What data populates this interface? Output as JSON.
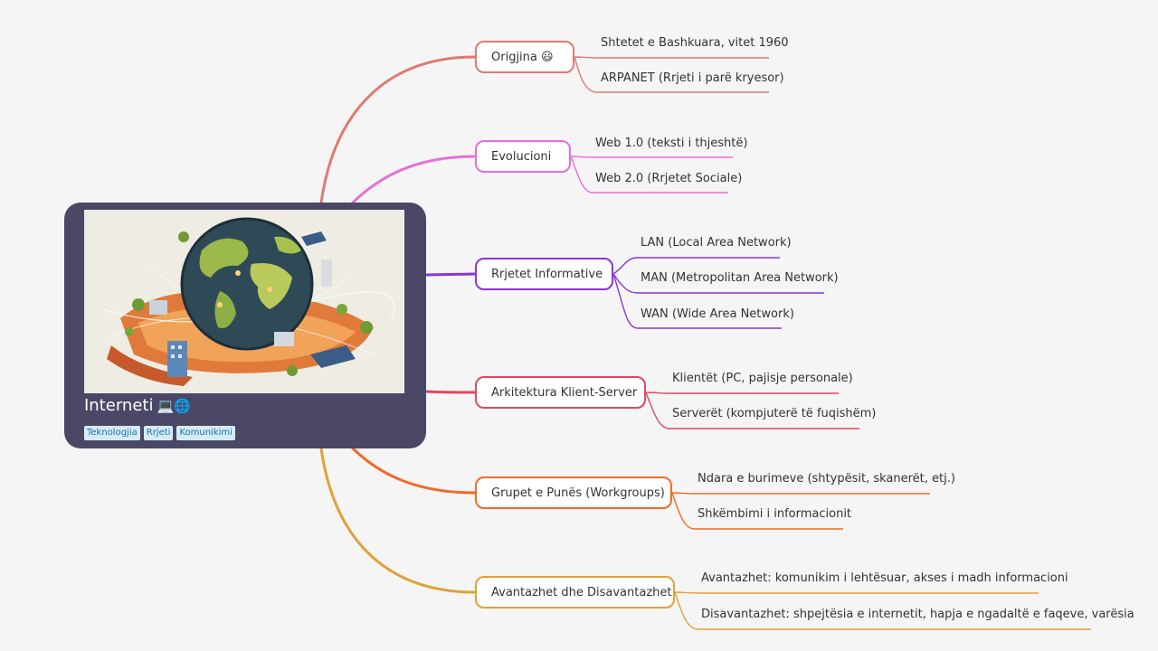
{
  "root": {
    "title": "Interneti",
    "title_emoji": "💻🌐",
    "tags": [
      "Teknologjia",
      "Rrjeti",
      "Komunikimi"
    ],
    "image": "earth-network-illustration"
  },
  "branches": [
    {
      "label": "Origjina 😃",
      "color": "#de7a72",
      "leaves": [
        "Shtetet e Bashkuara, vitet 1960",
        "ARPANET (Rrjeti i parë kryesor)"
      ]
    },
    {
      "label": "Evolucioni",
      "color": "#e76fd6",
      "leaves": [
        "Web 1.0 (teksti i thjeshtë)",
        "Web 2.0 (Rrjetet Sociale)"
      ]
    },
    {
      "label": "Rrjetet Informative",
      "color": "#8a35d8",
      "leaves": [
        "LAN (Local Area Network)",
        "MAN (Metropolitan Area Network)",
        "WAN (Wide Area Network)"
      ]
    },
    {
      "label": "Arkitektura Klient-Server",
      "color": "#df4a5a",
      "leaves": [
        "Klientët (PC, pajisje personale)",
        "Serverët (kompjuterë të fuqishëm)"
      ]
    },
    {
      "label": "Grupet e Punës (Workgroups)",
      "color": "#ef6a2a",
      "leaves": [
        "Ndara e burimeve (shtypësit, skanerët, etj.)",
        "Shkëmbimi i informacionit"
      ]
    },
    {
      "label": "Avantazhet dhe Disavantazhet",
      "color": "#e2a036",
      "leaves": [
        "Avantazhet: komunikim i lehtësuar, akses i madh informacioni",
        "Disavantazhet: shpejtësia e internetit, hapja e ngadaltë e faqeve, varësia"
      ]
    }
  ]
}
